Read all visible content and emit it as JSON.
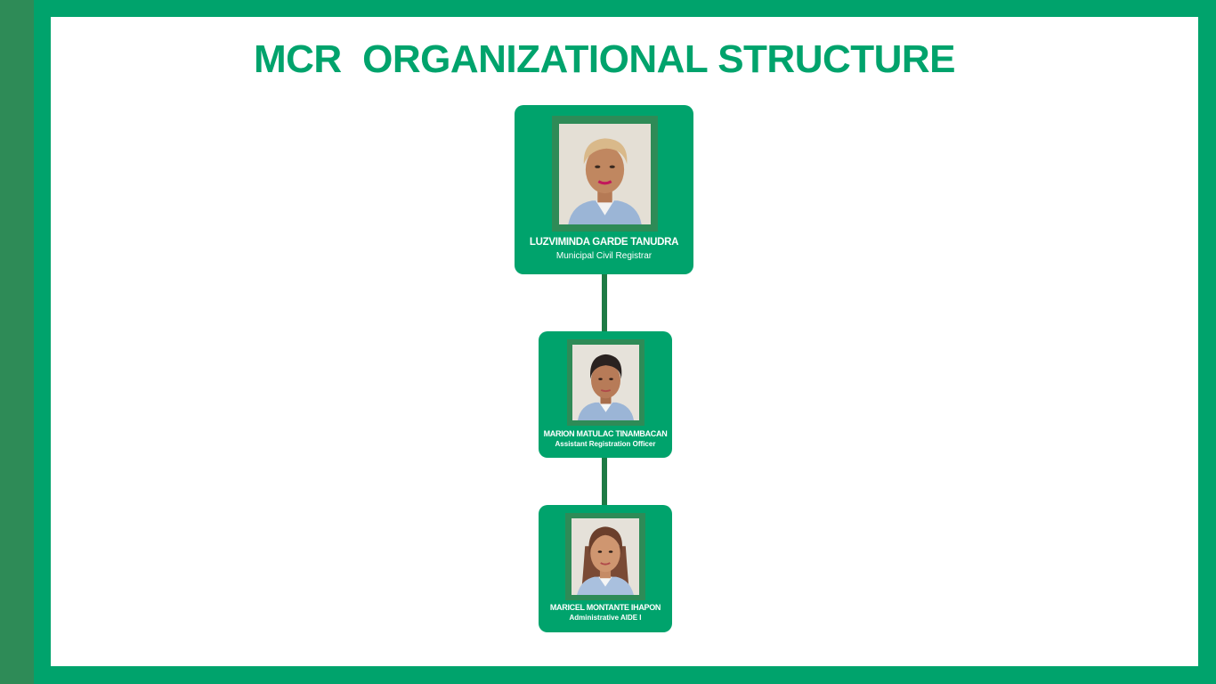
{
  "title": "MCR  ORGANIZATIONAL STRUCTURE",
  "colors": {
    "brand_green": "#00a36c",
    "dark_green": "#2e8b57",
    "line_green": "#1e7b45",
    "background": "#ffffff"
  },
  "members": [
    {
      "name": "LUZVIMINDA GARDE TANUDRA",
      "role": "Municipal Civil Registrar"
    },
    {
      "name": "MARION MATULAC TINAMBACAN",
      "role": "Assistant Registration Officer"
    },
    {
      "name": "MARICEL MONTANTE IHAPON",
      "role": "Administrative AIDE I"
    }
  ]
}
